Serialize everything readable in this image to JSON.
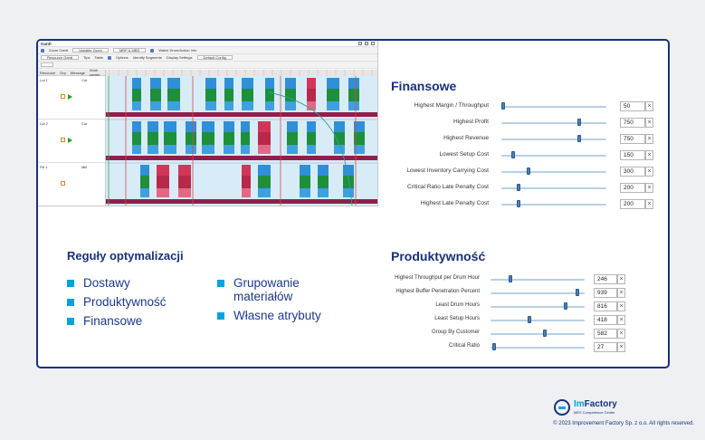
{
  "gantt": {
    "title": "Gantt",
    "toolbar1": [
      "Zoom Gantt",
      "Variable Zoom",
      "MRP & MBS",
      "Watch Drum/Action Info"
    ],
    "toolbar2": [
      "Resource Gantt",
      "Tips",
      "Table",
      "Options",
      "Identify Segments",
      "Display Settings",
      "Default Config"
    ],
    "column_headers": [
      "Resource",
      "Grp",
      "Message",
      "Work center"
    ],
    "rows": [
      {
        "name": "Lut 1",
        "center": "Cut"
      },
      {
        "name": "Lut 2",
        "center": "Cut"
      },
      {
        "name": "Fill 1",
        "center": "Mill"
      }
    ]
  },
  "finansowe": {
    "title": "Finansowe",
    "items": [
      {
        "label": "Highest Margin / Throughput",
        "value": "50",
        "level": 0.0
      },
      {
        "label": "Highest Profit",
        "value": "750",
        "level": 0.75
      },
      {
        "label": "Highest Revenue",
        "value": "750",
        "level": 0.75
      },
      {
        "label": "Lowest Setup Cost",
        "value": "150",
        "level": 0.1
      },
      {
        "label": "Lowest Inventory Carrying Cost",
        "value": "300",
        "level": 0.25
      },
      {
        "label": "Critical Ratio Late Penalty Cost",
        "value": "200",
        "level": 0.15
      },
      {
        "label": "Highest Late Penalty Cost",
        "value": "200",
        "level": 0.15
      }
    ]
  },
  "produktywnosc": {
    "title": "Produktywność",
    "items": [
      {
        "label": "Highest Throughput per Drum Hour",
        "value": "246",
        "level": 0.2
      },
      {
        "label": "Highest Buffer Penetration Percent",
        "value": "939",
        "level": 0.94
      },
      {
        "label": "Least Drum Hours",
        "value": "816",
        "level": 0.81
      },
      {
        "label": "Least Setup Hours",
        "value": "418",
        "level": 0.41
      },
      {
        "label": "Group By Customer",
        "value": "582",
        "level": 0.58
      },
      {
        "label": "Critical Ratio",
        "value": "27",
        "level": 0.02
      }
    ]
  },
  "reguly": {
    "title": "Reguły optymalizacji",
    "col1": [
      "Dostawy",
      "Produktywność",
      "Finansowe"
    ],
    "col2": [
      "Grupowanie materiałów",
      "Własne atrybuty"
    ]
  },
  "footer": {
    "logo_prefix": "Im",
    "logo_name": "Factory",
    "logo_sub": "MES Competence Center",
    "copyright": "© 2023 Improvement Factory Sp. z o.o. All rights reserved."
  },
  "colors": {
    "accent": "#17317a",
    "bullet": "#00a3d9",
    "job_blue": "#2f8fd8",
    "job_green": "#1e8f3a",
    "job_red": "#d2355a",
    "slider": "#4a7fb5"
  }
}
